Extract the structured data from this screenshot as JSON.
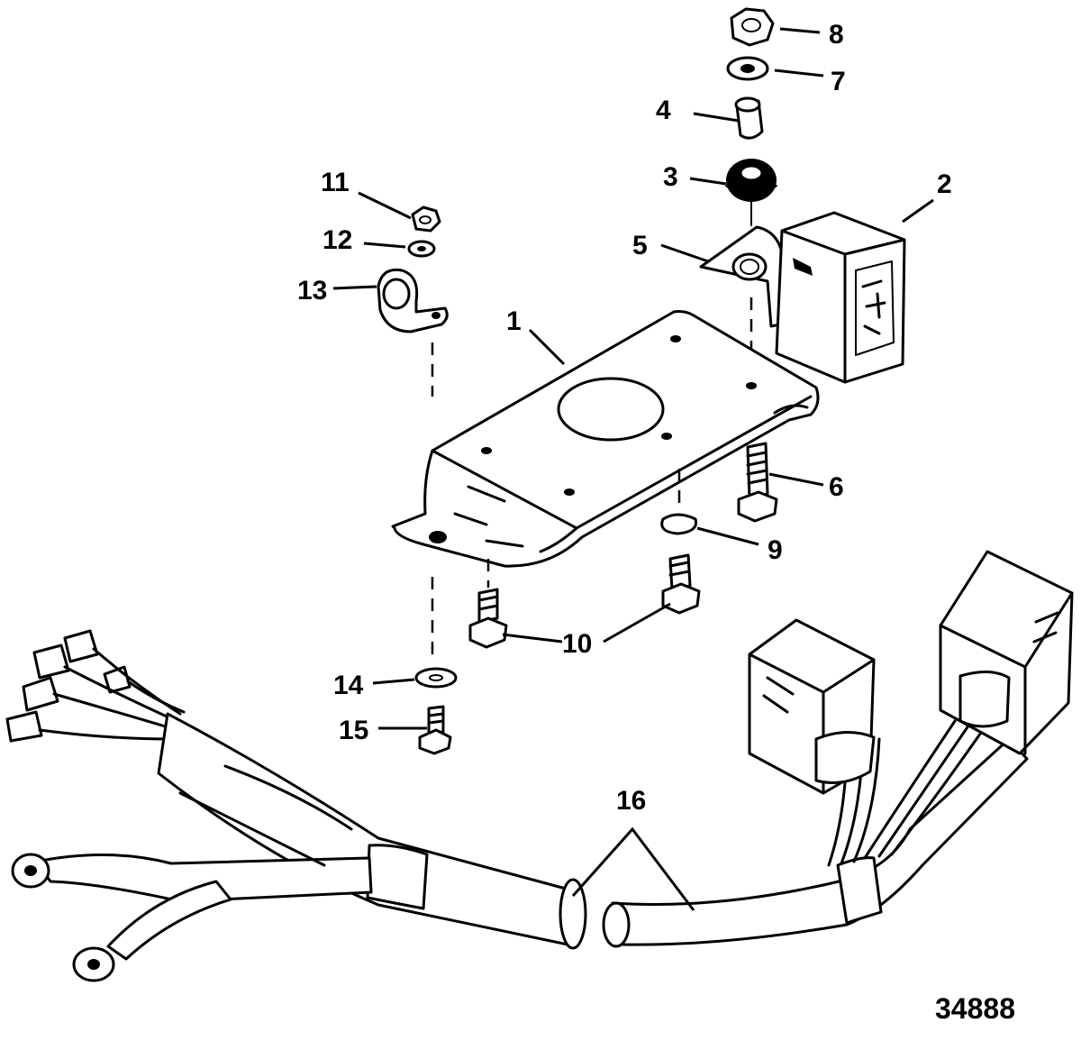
{
  "callouts": {
    "c1": "1",
    "c2": "2",
    "c3": "3",
    "c4": "4",
    "c5": "5",
    "c6": "6",
    "c7": "7",
    "c8": "8",
    "c9": "9",
    "c10": "10",
    "c11": "11",
    "c12": "12",
    "c13": "13",
    "c14": "14",
    "c15": "15",
    "c16": "16"
  },
  "figure_id": "34888"
}
